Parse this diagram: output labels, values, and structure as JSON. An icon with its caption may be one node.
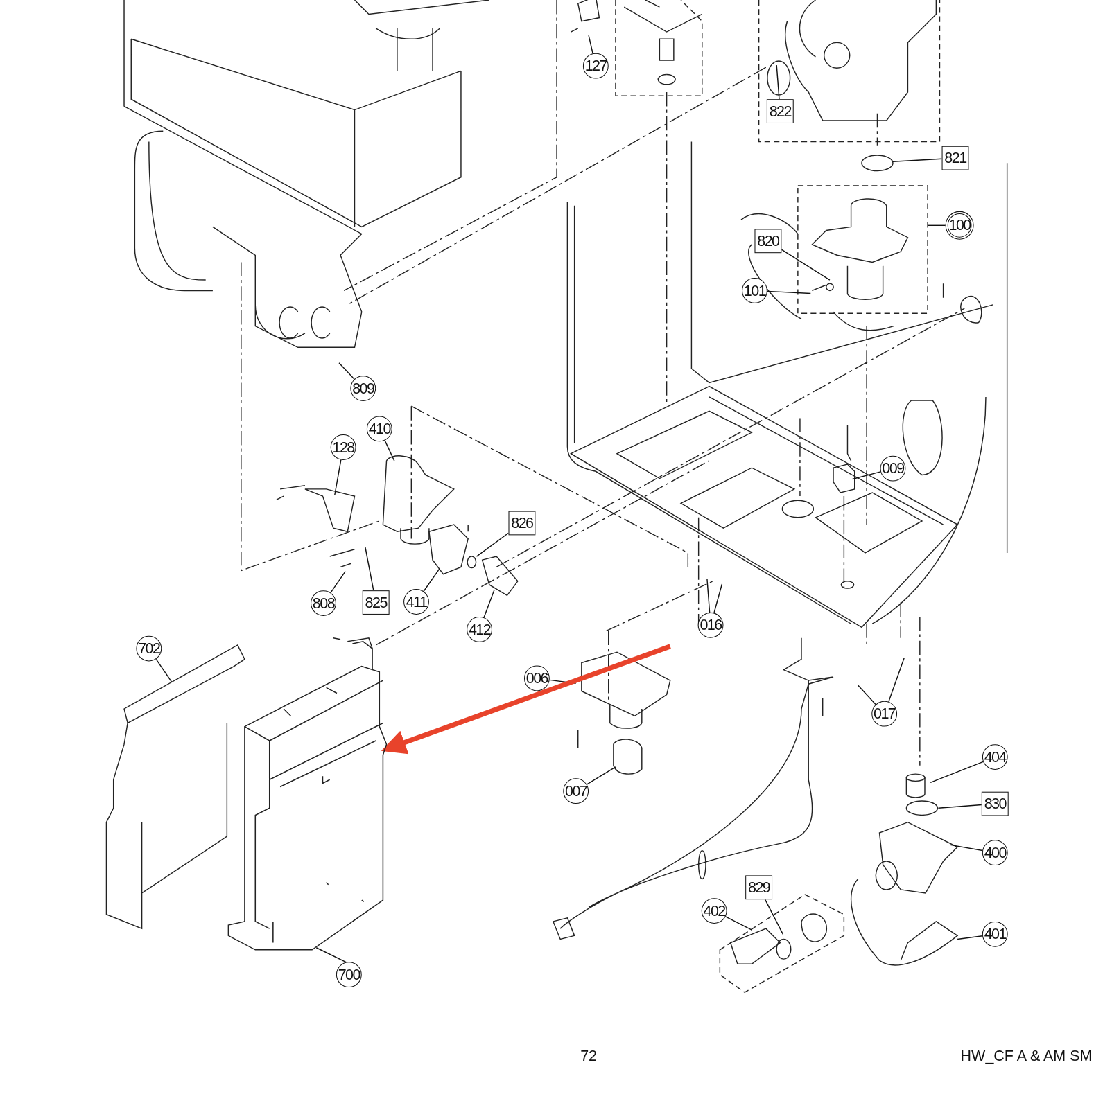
{
  "diagram": {
    "nodes": [
      {
        "text": [
          "127"
        ]
      },
      {
        "text": [
          "822"
        ]
      },
      {
        "text": [
          "821"
        ]
      },
      {
        "text": [
          "100"
        ]
      },
      {
        "text": [
          "820"
        ]
      },
      {
        "text": [
          "101"
        ]
      },
      {
        "text": [
          "809"
        ]
      },
      {
        "text": [
          "410"
        ]
      },
      {
        "text": [
          "128"
        ]
      },
      {
        "text": [
          "009"
        ]
      },
      {
        "text": [
          "826"
        ]
      },
      {
        "text": [
          "808"
        ]
      },
      {
        "text": [
          "825"
        ]
      },
      {
        "text": [
          "411"
        ]
      },
      {
        "text": [
          "412"
        ]
      },
      {
        "text": [
          "016"
        ]
      },
      {
        "text": [
          "702"
        ]
      },
      {
        "text": [
          "006"
        ]
      },
      {
        "text": [
          "017"
        ]
      },
      {
        "text": [
          "007"
        ]
      },
      {
        "text": [
          "404"
        ]
      },
      {
        "text": [
          "830"
        ]
      },
      {
        "text": [
          "400"
        ]
      },
      {
        "text": [
          "829"
        ]
      },
      {
        "text": [
          "402"
        ]
      },
      {
        "text": [
          "401"
        ]
      },
      {
        "text": [
          "700"
        ]
      },
      {
        "text": [],
        "shape": "picture"
      }
    ],
    "edges": [
      {
        "from": 0,
        "to": null,
        "arrow": "none"
      },
      {
        "from": 1,
        "to": null,
        "arrow": "none"
      },
      {
        "from": 2,
        "to": null,
        "arrow": "none"
      },
      {
        "from": 3,
        "to": null,
        "arrow": "none"
      },
      {
        "from": 4,
        "to": null,
        "arrow": "none"
      },
      {
        "from": 5,
        "to": null,
        "arrow": "none"
      },
      {
        "from": 6,
        "to": null,
        "arrow": "none"
      },
      {
        "from": 7,
        "to": null,
        "arrow": "none"
      },
      {
        "from": 8,
        "to": null,
        "arrow": "none"
      },
      {
        "from": 9,
        "to": null,
        "arrow": "none"
      },
      {
        "from": 10,
        "to": null,
        "arrow": "none"
      },
      {
        "from": 11,
        "to": null,
        "arrow": "none"
      },
      {
        "from": 12,
        "to": null,
        "arrow": "none"
      },
      {
        "from": 13,
        "to": null,
        "arrow": "none"
      },
      {
        "from": 14,
        "to": null,
        "arrow": "none"
      },
      {
        "from": 15,
        "to": null,
        "arrow": "none"
      },
      {
        "from": 15,
        "to": null,
        "arrow": "none"
      },
      {
        "from": 16,
        "to": null,
        "arrow": "none"
      },
      {
        "from": 17,
        "to": null,
        "arrow": "none"
      },
      {
        "from": 18,
        "to": null,
        "arrow": "none"
      },
      {
        "from": 18,
        "to": null,
        "arrow": "none"
      },
      {
        "from": 19,
        "to": null,
        "arrow": "none"
      },
      {
        "from": 20,
        "to": null,
        "arrow": "none"
      },
      {
        "from": 21,
        "to": null,
        "arrow": "none"
      },
      {
        "from": 22,
        "to": null,
        "arrow": "none"
      },
      {
        "from": 23,
        "to": null,
        "arrow": "none"
      },
      {
        "from": 24,
        "to": null,
        "arrow": "none"
      },
      {
        "from": 25,
        "to": null,
        "arrow": "none"
      },
      {
        "from": 26,
        "to": 27,
        "arrow": "none"
      },
      {
        "from": null,
        "to": 27,
        "arrow": "to",
        "style": "thick",
        "color": "#e8432b"
      }
    ],
    "labels": [
      "72",
      "HW_CF A & AM SM"
    ]
  }
}
